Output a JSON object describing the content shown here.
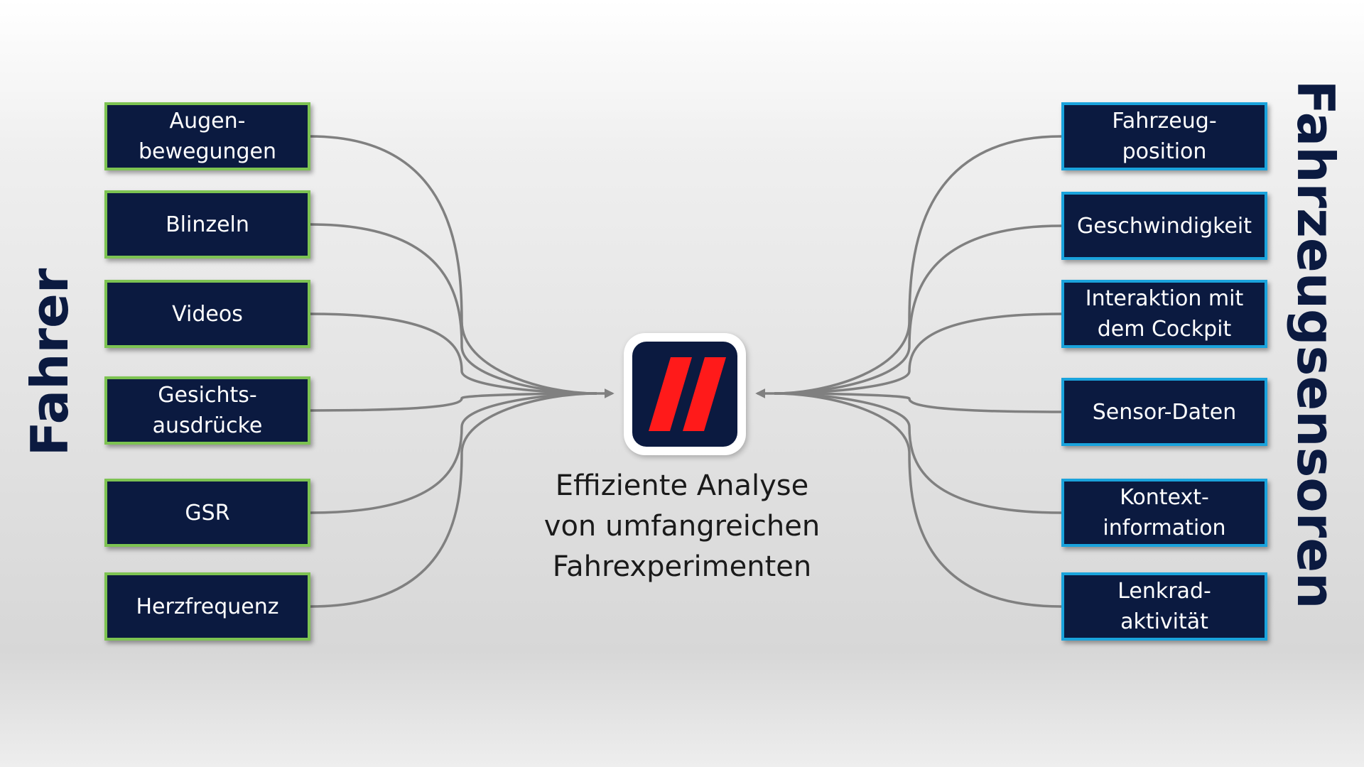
{
  "diagram": {
    "left_title": "Fahrer",
    "right_title": "Fahrzeugsensoren",
    "center_caption": [
      "Effiziente Analyse",
      "von umfangreichen",
      "Fahrexperimenten"
    ],
    "left_nodes": [
      {
        "label": "Augen-\nbewegungen"
      },
      {
        "label": "Blinzeln"
      },
      {
        "label": "Videos"
      },
      {
        "label": "Gesichts-\nausdrücke"
      },
      {
        "label": "GSR"
      },
      {
        "label": "Herzfrequenz"
      }
    ],
    "right_nodes": [
      {
        "label": "Fahrzeug-\nposition"
      },
      {
        "label": "Geschwindigkeit"
      },
      {
        "label": "Interaktion mit\ndem Cockpit"
      },
      {
        "label": "Sensor-Daten"
      },
      {
        "label": "Kontext-\ninformation"
      },
      {
        "label": "Lenkrad-\naktivität"
      }
    ],
    "colors": {
      "node_fill": "#0b1a40",
      "left_border": "#7dc352",
      "right_border": "#1aa3dc",
      "connector": "#808080",
      "logo_stripes": "#ff1a1a"
    },
    "icons": {
      "center": "double-slash-logo-icon"
    }
  }
}
